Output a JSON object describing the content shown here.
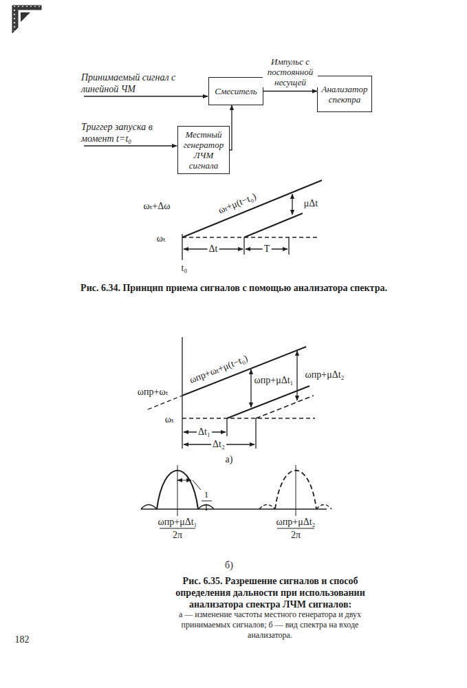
{
  "diagram": {
    "caption": "Рис. 6.34. Принцип приема сигналов с помощью анализатора спектра.",
    "nodes": [
      {
        "text": [
          "Смеситель"
        ]
      },
      {
        "text": [
          "Анализатор спектра"
        ]
      },
      {
        "text": [
          "Местный генератор ЛЧМ сигнала"
        ]
      }
    ],
    "edges": [
      {
        "from": 0,
        "to": 1,
        "arrow": "to",
        "label": "Импульс с постоянной несущей"
      },
      {
        "from": 2,
        "to": 0,
        "arrow": "to"
      }
    ],
    "labels": [
      "Принимаемый сигнал с линейной ЧМ",
      "Триггер запуска в момент t=t₀",
      "ωₜ+Δω",
      "ωₜ",
      "ωₜ+μ(t−t₀)",
      "μΔt",
      "Δt",
      "T",
      "t₀",
      "ωпр+ωₜ",
      "ωₜ",
      "ωпр+ωₜ+μ(t−t₀)",
      "ωпр+μΔt₁",
      "ωпр+μΔt₂",
      "Δt₁",
      "Δt₂",
      "а)",
      "1",
      "T",
      "ωпр+μΔt₁",
      "2π",
      "ωпр+μΔt₂",
      "2π",
      "б)",
      "Рис. 6.35. Разрешение сигналов и способ определения дальности при использовании анализатора спектра ЛЧМ сигналов:",
      "а — изменение частоты местного генератора и двух принимаемых сигналов; б — вид спектра на входе анализатора.",
      "182"
    ]
  }
}
